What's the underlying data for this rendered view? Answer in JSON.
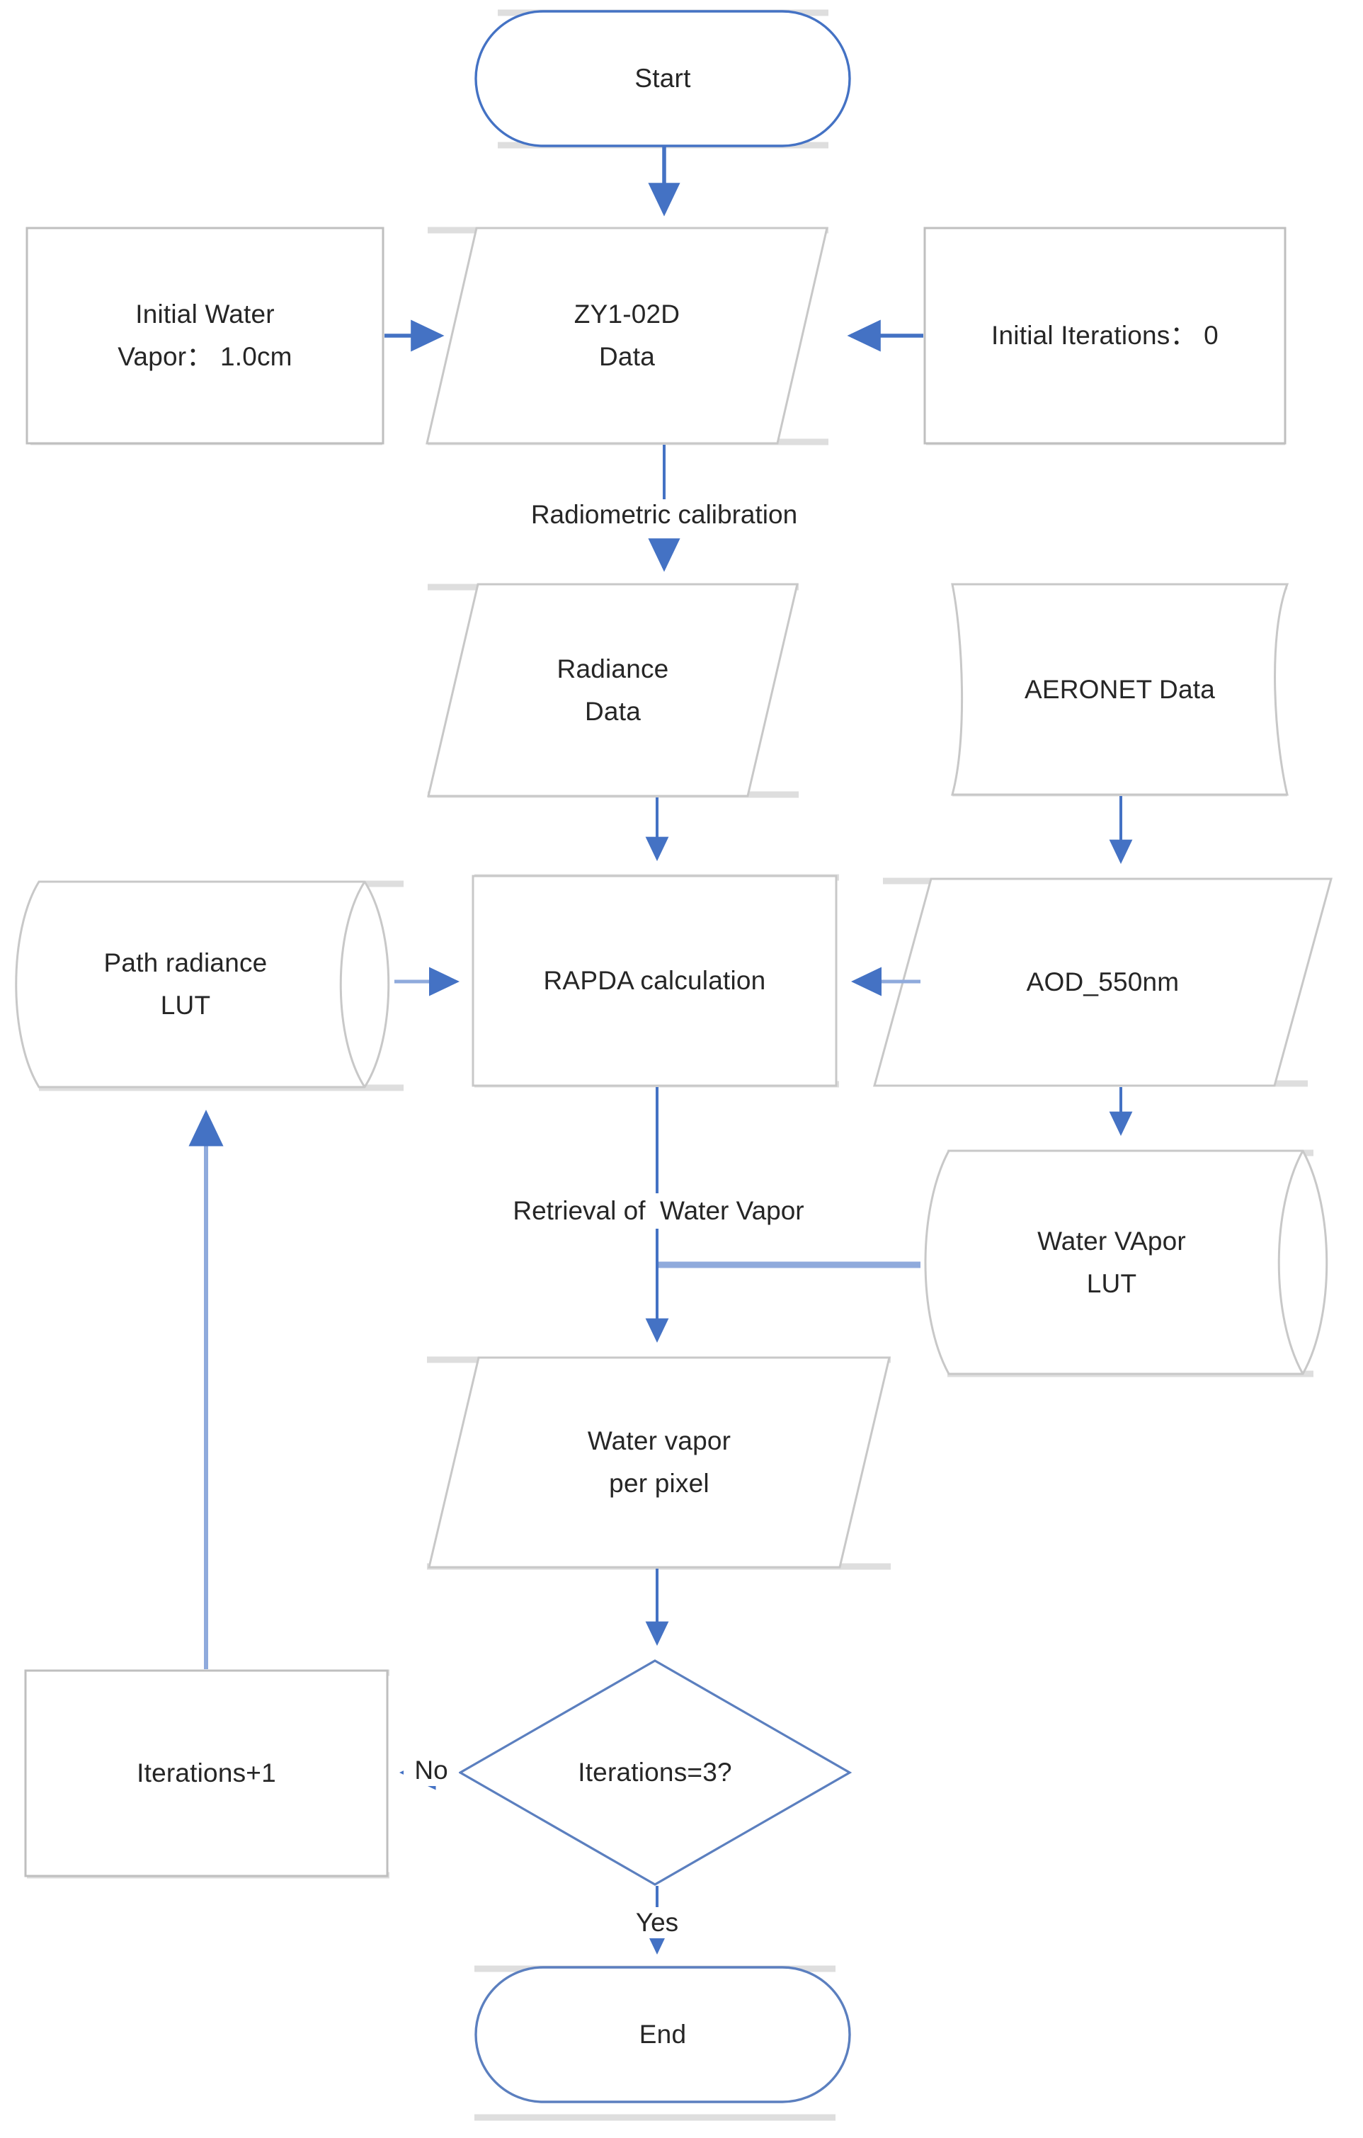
{
  "diagram": {
    "title": "Water vapor retrieval flowchart",
    "colors": {
      "arrow": "#4472C4",
      "arrow_light": "#8FAADC",
      "shape_border_gray": "#BFBFBF",
      "shape_border_blue": "#5B7FBF",
      "shape_fill": "#FFFFFF",
      "text": "#262626",
      "shadow": "#D9D9D9"
    },
    "nodes": [
      {
        "id": "start",
        "shape": "terminator",
        "lines": [
          "Start"
        ]
      },
      {
        "id": "initial-water-vapor",
        "shape": "rectangle",
        "lines": [
          "Initial Water",
          "Vapor： 1.0cm"
        ]
      },
      {
        "id": "zy1-02d-data",
        "shape": "parallelogram",
        "lines": [
          "ZY1-02D",
          "Data"
        ]
      },
      {
        "id": "initial-iterations",
        "shape": "rectangle",
        "lines": [
          "Initial Iterations： 0"
        ]
      },
      {
        "id": "radiance-data",
        "shape": "parallelogram",
        "lines": [
          "Radiance",
          "Data"
        ]
      },
      {
        "id": "aeronet-data",
        "shape": "document",
        "lines": [
          "AERONET Data"
        ]
      },
      {
        "id": "path-radiance-lut",
        "shape": "cylinder",
        "lines": [
          "Path radiance",
          "LUT"
        ]
      },
      {
        "id": "rapda-calculation",
        "shape": "rectangle",
        "lines": [
          "RAPDA calculation"
        ]
      },
      {
        "id": "aod-550nm",
        "shape": "parallelogram",
        "lines": [
          "AOD_550nm"
        ]
      },
      {
        "id": "water-vapor-lut",
        "shape": "cylinder",
        "lines": [
          "Water VApor",
          "LUT"
        ]
      },
      {
        "id": "water-vapor-per-pixel",
        "shape": "parallelogram",
        "lines": [
          "Water vapor",
          "per pixel"
        ]
      },
      {
        "id": "iterations-plus-1",
        "shape": "rectangle",
        "lines": [
          "Iterations+1"
        ]
      },
      {
        "id": "iterations-eq-3",
        "shape": "diamond",
        "lines": [
          "Iterations=3?"
        ]
      },
      {
        "id": "end",
        "shape": "terminator",
        "lines": [
          "End"
        ]
      }
    ],
    "edge_labels": [
      {
        "id": "radiometric-calibration",
        "text": "Radiometric calibration"
      },
      {
        "id": "retrieval-of-water-vapor",
        "text": "Retrieval of  Water Vapor"
      },
      {
        "id": "branch-no",
        "text": "No"
      },
      {
        "id": "branch-yes",
        "text": "Yes"
      }
    ]
  }
}
